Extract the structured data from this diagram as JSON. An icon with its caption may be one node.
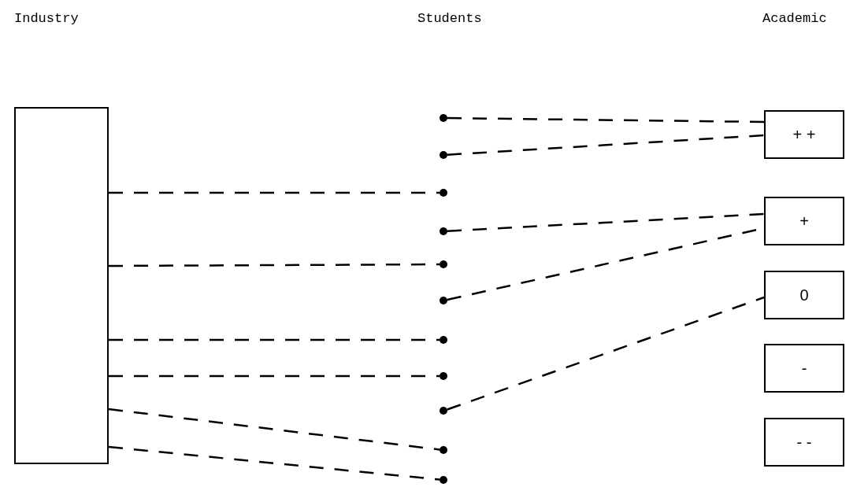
{
  "diagram": {
    "nodes": [
      {
        "text": [],
        "shape": "box"
      },
      {
        "text": [],
        "shape": "circle"
      },
      {
        "text": [],
        "shape": "circle"
      },
      {
        "text": [],
        "shape": "circle"
      },
      {
        "text": [],
        "shape": "circle"
      },
      {
        "text": [],
        "shape": "circle"
      },
      {
        "text": [],
        "shape": "circle"
      },
      {
        "text": [],
        "shape": "circle"
      },
      {
        "text": [],
        "shape": "circle"
      },
      {
        "text": [],
        "shape": "circle"
      },
      {
        "text": [],
        "shape": "circle"
      },
      {
        "text": [],
        "shape": "circle"
      },
      {
        "text": [
          "+ +"
        ]
      },
      {
        "text": [
          "+"
        ]
      },
      {
        "text": [
          "0"
        ]
      },
      {
        "text": [
          "-"
        ]
      },
      {
        "text": [
          "- -"
        ]
      }
    ],
    "edges": [
      {
        "from": 1,
        "to": 12,
        "arrow": "none",
        "style": "dashed"
      },
      {
        "from": 2,
        "to": 12,
        "arrow": "none",
        "style": "dashed"
      },
      {
        "from": 0,
        "to": 3,
        "arrow": "none",
        "style": "dashed"
      },
      {
        "from": 4,
        "to": 13,
        "arrow": "none",
        "style": "dashed"
      },
      {
        "from": 0,
        "to": 5,
        "arrow": "none",
        "style": "dashed"
      },
      {
        "from": 6,
        "to": 13,
        "arrow": "none",
        "style": "dashed"
      },
      {
        "from": 0,
        "to": 7,
        "arrow": "none",
        "style": "dashed"
      },
      {
        "from": 0,
        "to": 8,
        "arrow": "none",
        "style": "dashed"
      },
      {
        "from": 9,
        "to": 14,
        "arrow": "none",
        "style": "dashed"
      },
      {
        "from": 0,
        "to": 10,
        "arrow": "none",
        "style": "dashed"
      },
      {
        "from": 0,
        "to": 11,
        "arrow": "none",
        "style": "dashed"
      }
    ],
    "labels": [
      "Industry",
      "Students",
      "Academic"
    ]
  }
}
